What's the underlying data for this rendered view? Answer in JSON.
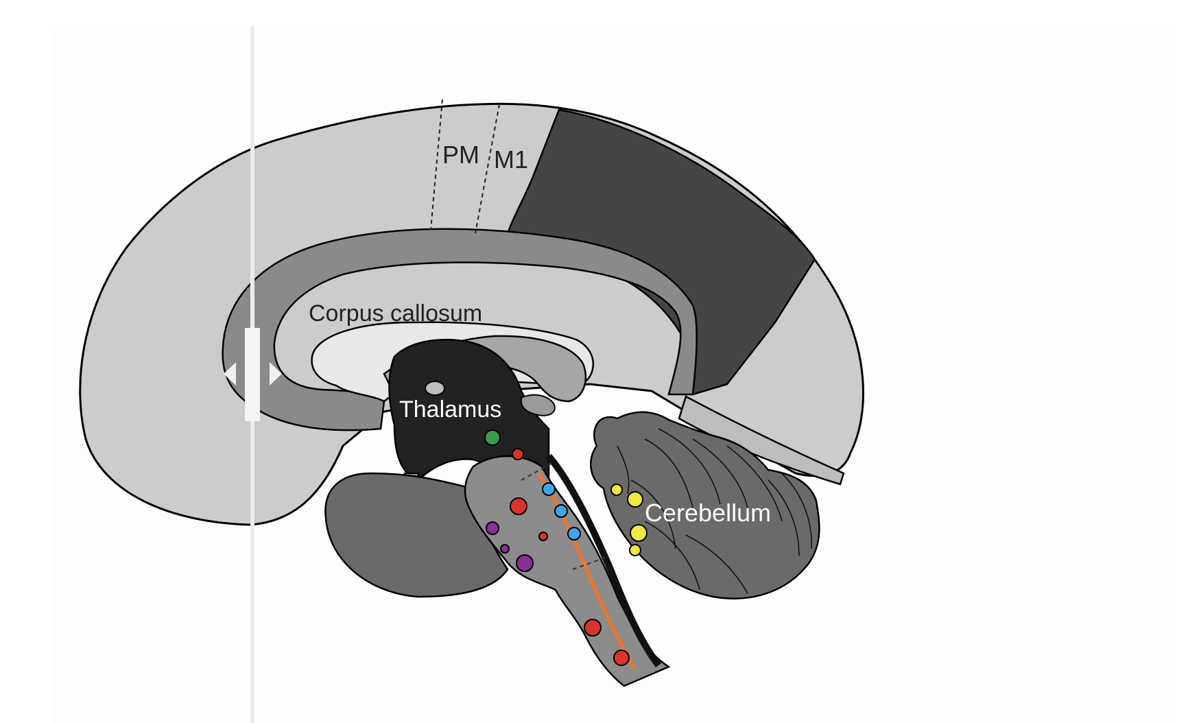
{
  "labels": {
    "pm": "PM",
    "m1": "M1",
    "corpus_callosum": "Corpus callosum",
    "thalamus": "Thalamus",
    "cerebellum": "Cerebellum"
  },
  "colors": {
    "cortex": "#cccccc",
    "callosum": "#8a8a8a",
    "dark_cortex": "#454545",
    "thalamus": "#222222",
    "brainstem": "#8c8c8c",
    "cerebellum": "#6a6a6a",
    "ventricle": "#e8e8e8",
    "tract": "#e07a3a",
    "dot_green": "#3a9a48",
    "dot_red": "#d9342b",
    "dot_blue": "#3da7e6",
    "dot_purple": "#8a2f9a",
    "dot_yellow": "#f4e843"
  }
}
